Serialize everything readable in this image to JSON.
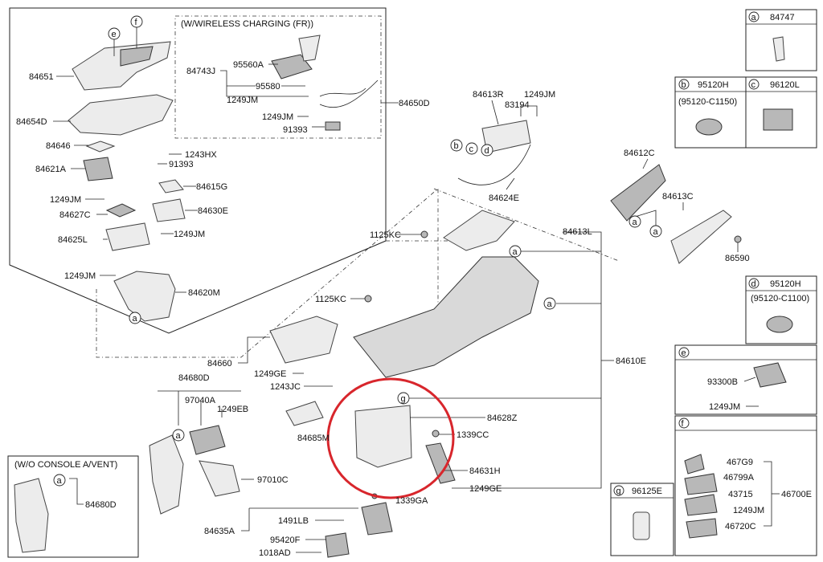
{
  "groups": {
    "wireless_title": "(W/WIRELESS CHARGING (FR))",
    "no_vent_title": "(W/O CONSOLE A/VENT)"
  },
  "labels": {
    "p84651": "84651",
    "p84654D": "84654D",
    "p84646": "84646",
    "p84621A": "84621A",
    "p1249JM_a": "1249JM",
    "p84627C": "84627C",
    "p84625L": "84625L",
    "p1249JM_b": "1249JM",
    "p84743J": "84743J",
    "p95560A": "95560A",
    "p95580": "95580",
    "p1249JM_c": "1249JM",
    "p1249JM_d": "1249JM",
    "p91393_a": "91393",
    "p84650D": "84650D",
    "p1243HX": "1243HX",
    "p91393_b": "91393",
    "p84615G": "84615G",
    "p84630E": "84630E",
    "p1249JM_e": "1249JM",
    "p1249JM_f": "1249JM",
    "p84620M": "84620M",
    "p84613R": "84613R",
    "p1249JM_g": "1249JM",
    "p83194": "83194",
    "p84624E": "84624E",
    "p84612C": "84612C",
    "p84613C": "84613C",
    "p86590": "86590",
    "p84613L": "84613L",
    "p1125KC_a": "1125KC",
    "p1125KC_b": "1125KC",
    "p84610E": "84610E",
    "p84660": "84660",
    "p1249GE_a": "1249GE",
    "p1243JC": "1243JC",
    "p84680D_a": "84680D",
    "p97040A": "97040A",
    "p1249EB": "1249EB",
    "p84685M": "84685M",
    "p84628Z": "84628Z",
    "p1339CC": "1339CC",
    "p84631H": "84631H",
    "p1249GE_b": "1249GE",
    "p1339GA": "1339GA",
    "p97010C": "97010C",
    "p84680D_b": "84680D",
    "p1491LB": "1491LB",
    "p84635A": "84635A",
    "p95420F": "95420F",
    "p1018AD": "1018AD"
  },
  "callouts": {
    "a": "a",
    "b": "b",
    "c": "c",
    "d": "d",
    "e": "e",
    "f": "f",
    "g": "g"
  },
  "legend": {
    "a": {
      "letter": "a",
      "part": "84747"
    },
    "b": {
      "letter": "b",
      "part": "95120H",
      "sub": "(95120-C1150)"
    },
    "c": {
      "letter": "c",
      "part": "96120L"
    },
    "d": {
      "letter": "d",
      "part": "95120H",
      "sub": "(95120-C1100)"
    },
    "e": {
      "letter": "e",
      "items": [
        "93300B",
        "1249JM"
      ]
    },
    "f": {
      "letter": "f",
      "items": [
        "467G9",
        "46799A",
        "43715",
        "1249JM",
        "46720C"
      ],
      "assembly": "46700E"
    },
    "g": {
      "letter": "g",
      "part": "96125E"
    }
  },
  "colors": {
    "highlight": "#d8262c",
    "line": "#222222",
    "part_fill": "#d9d9d9"
  }
}
